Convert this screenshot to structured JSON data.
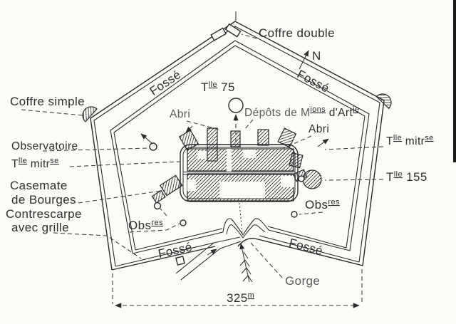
{
  "diagram_type": "fort-plan",
  "colors": {
    "ink": "#2b2b2b",
    "paper": "#fbfbf8",
    "faint_text": "#5a5a5a"
  },
  "labels": {
    "coffre_double": "Coffre double",
    "north": "N",
    "fosse": "Fossé",
    "coffre_simple": "Coffre simple",
    "observatoire": "Observatoire",
    "tourelle_mitrailleuse": {
      "t": "T",
      "t_sup": "lle",
      "rest": " mitr",
      "rest_sup": "se"
    },
    "tourelle_75": {
      "t": "T",
      "t_sup": "lle",
      "rest": " 75"
    },
    "tourelle_155": {
      "t": "T",
      "t_sup": "lle",
      "rest": " 155"
    },
    "abri": "Abri",
    "depots": {
      "p1": "Dépôts de M",
      "sup1": "ions",
      "p2": " d'Art",
      "sup2": "ie"
    },
    "casemate_l1": "Casemate",
    "casemate_l2": "de Bourges",
    "contrescarpe_l1": "Contrescarpe",
    "contrescarpe_l2": "avec grille",
    "observatoire_abbr": {
      "p": "Obs",
      "sup": "res"
    },
    "gorge": "Gorge",
    "dimension": {
      "value": "325",
      "sup": "m"
    }
  }
}
